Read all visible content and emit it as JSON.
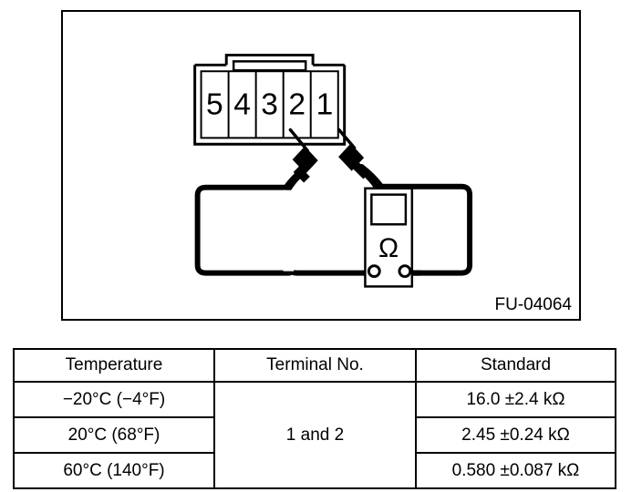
{
  "figure": {
    "code_label": "FU-04064",
    "connector": {
      "terminal_labels": [
        "5",
        "4",
        "3",
        "2",
        "1"
      ],
      "probe_terminals": [
        "2",
        "1"
      ]
    },
    "meter": {
      "symbol": "Ω",
      "mode": "resistance"
    }
  },
  "table": {
    "headers": [
      "Temperature",
      "Terminal No.",
      "Standard"
    ],
    "terminal_value": "1 and 2",
    "rows": [
      {
        "temperature": "−20°C (−4°F)",
        "standard": "16.0 ±2.4 kΩ"
      },
      {
        "temperature": "20°C (68°F)",
        "standard": "2.45 ±0.24 kΩ"
      },
      {
        "temperature": "60°C (140°F)",
        "standard": "0.580 ±0.087 kΩ"
      }
    ]
  },
  "colors": {
    "line": "#000000",
    "background": "#ffffff"
  }
}
